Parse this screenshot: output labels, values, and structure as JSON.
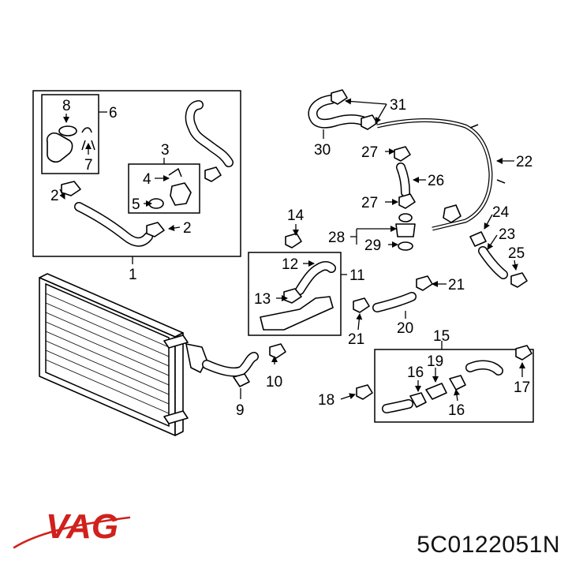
{
  "diagram": {
    "labels": {
      "l1": "1",
      "l2a": "2",
      "l2b": "2",
      "l3": "3",
      "l4": "4",
      "l5": "5",
      "l6": "6",
      "l7": "7",
      "l8": "8",
      "l9": "9",
      "l10": "10",
      "l11": "11",
      "l12": "12",
      "l13": "13",
      "l14": "14",
      "l15": "15",
      "l16a": "16",
      "l16b": "16",
      "l17": "17",
      "l18": "18",
      "l19": "19",
      "l20": "20",
      "l21a": "21",
      "l21b": "21",
      "l22": "22",
      "l23": "23",
      "l24": "24",
      "l25": "25",
      "l26": "26",
      "l27a": "27",
      "l27b": "27",
      "l28": "28",
      "l29": "29",
      "l30": "30",
      "l31": "31"
    }
  },
  "footer": {
    "brand": "VAG",
    "part_number": "5C0122051N",
    "brand_color": "#d0211c"
  }
}
